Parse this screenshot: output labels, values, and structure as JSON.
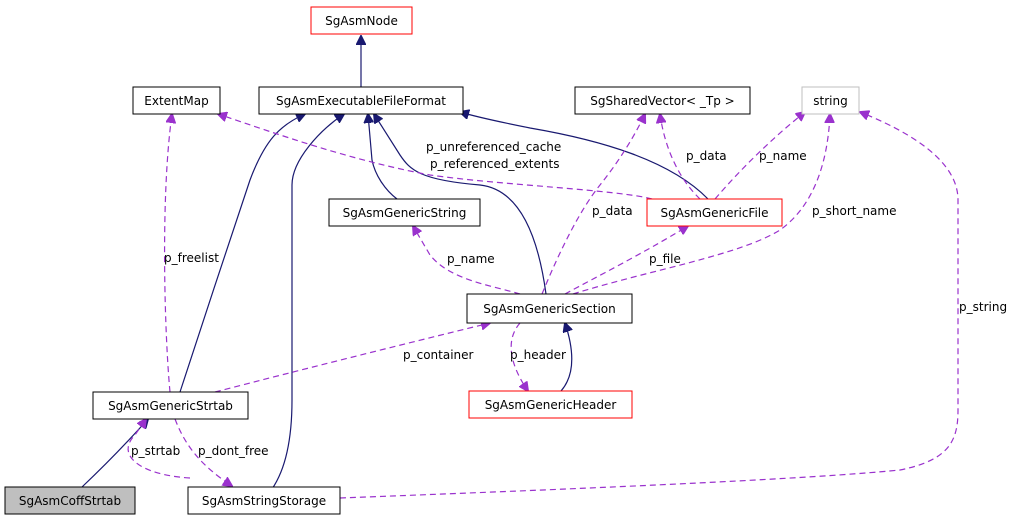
{
  "nodes": {
    "sg_asm_node": "SgAsmNode",
    "executable_file_format": "SgAsmExecutableFileFormat",
    "extent_map": "ExtentMap",
    "shared_vector": "SgSharedVector< _Tp >",
    "string": "string",
    "generic_string": "SgAsmGenericString",
    "generic_file": "SgAsmGenericFile",
    "generic_section": "SgAsmGenericSection",
    "generic_header": "SgAsmGenericHeader",
    "generic_strtab": "SgAsmGenericStrtab",
    "coff_strtab": "SgAsmCoffStrtab",
    "string_storage": "SgAsmStringStorage"
  },
  "edge_labels": {
    "p_unreferenced_cache": "p_unreferenced_cache",
    "p_referenced_extents": "p_referenced_extents",
    "p_data_file": "p_data",
    "p_name_file": "p_name",
    "p_short_name": "p_short_name",
    "p_data_section": "p_data",
    "p_freelist": "p_freelist",
    "p_name_section": "p_name",
    "p_file": "p_file",
    "p_string": "p_string",
    "p_container": "p_container",
    "p_header": "p_header",
    "p_strtab": "p_strtab",
    "p_dont_free": "p_dont_free"
  },
  "colors": {
    "inheritance_edge": "#191970",
    "usage_edge": "#9a32cd",
    "highlight_border": "#ff0000",
    "selected_fill": "#bfbfbf"
  }
}
